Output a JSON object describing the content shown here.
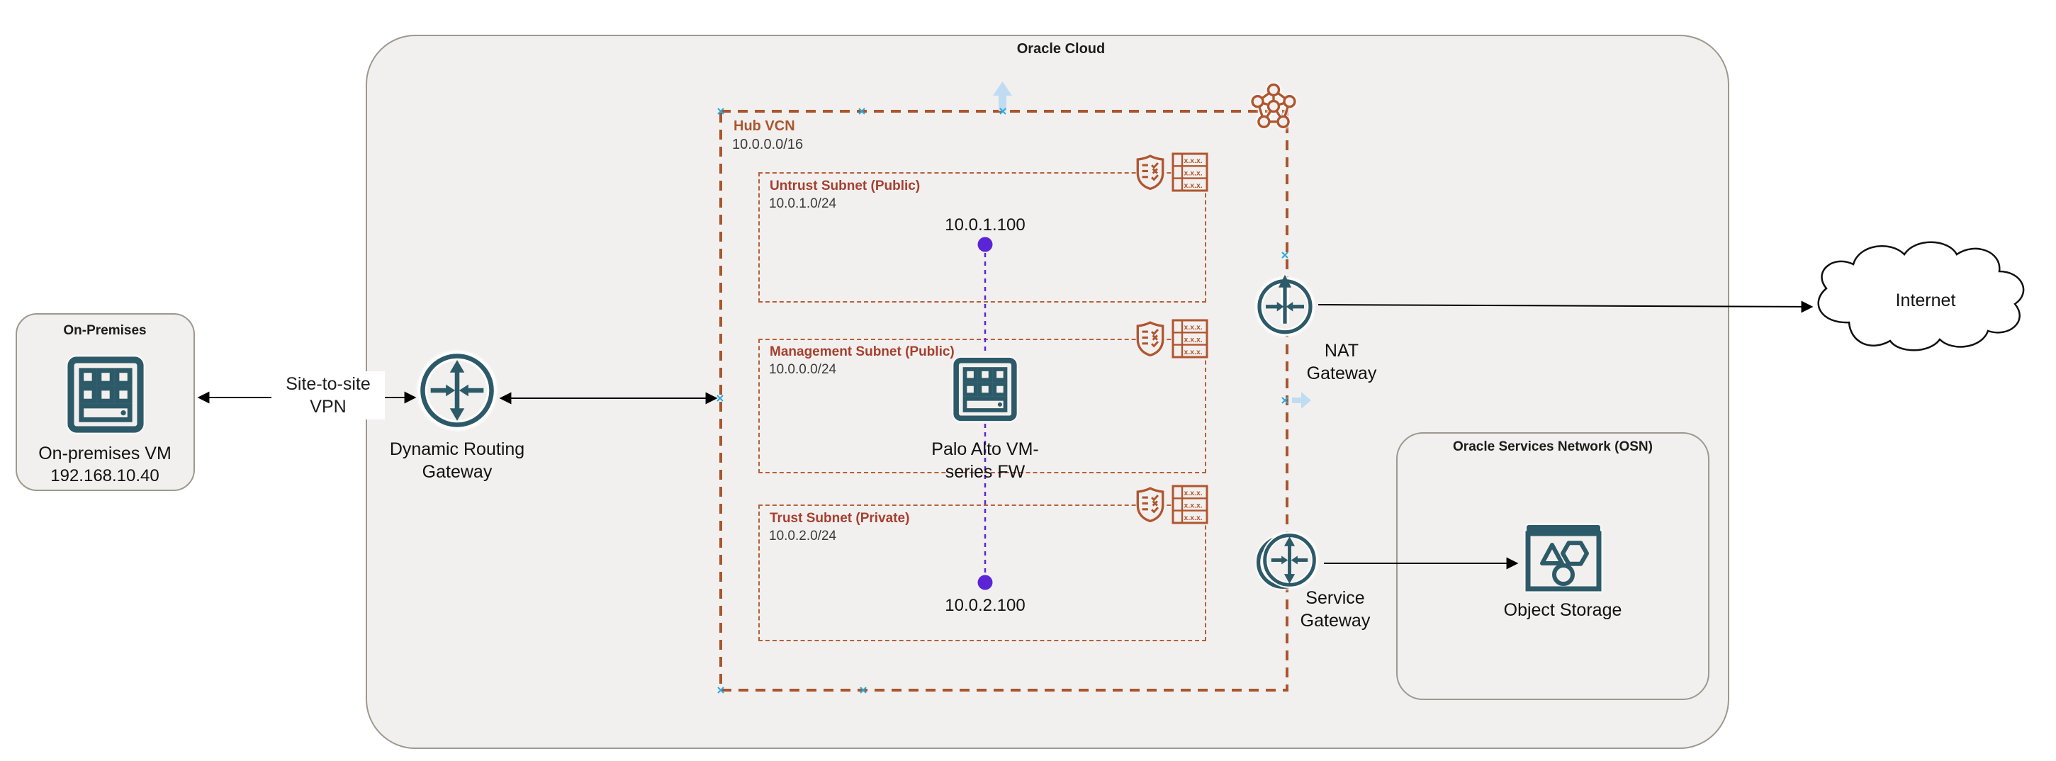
{
  "oracle_cloud": {
    "title": "Oracle Cloud"
  },
  "on_premises": {
    "title": "On-Premises",
    "vm_name": "On-premises VM",
    "vm_ip": "192.168.10.40"
  },
  "vpn": {
    "line1": "Site-to-site",
    "line2": "VPN"
  },
  "drg": {
    "line1": "Dynamic Routing",
    "line2": "Gateway"
  },
  "hub_vcn": {
    "name": "Hub VCN",
    "cidr": "10.0.0.0/16"
  },
  "untrust": {
    "name": "Untrust Subnet (Public)",
    "cidr": "10.0.1.0/24",
    "ip": "10.0.1.100"
  },
  "management": {
    "name": "Management Subnet (Public)",
    "cidr": "10.0.0.0/24"
  },
  "trust": {
    "name": "Trust Subnet (Private)",
    "cidr": "10.0.2.0/24",
    "ip": "10.0.2.100"
  },
  "firewall": {
    "line1": "Palo Alto VM-",
    "line2": "series FW"
  },
  "nat": {
    "line1": "NAT",
    "line2": "Gateway"
  },
  "service_gateway": {
    "line1": "Service",
    "line2": "Gateway"
  },
  "osn": {
    "title": "Oracle Services Network (OSN)",
    "object_storage": "Object Storage"
  },
  "internet": {
    "label": "Internet"
  },
  "icons": {
    "route_table_cell": "x.x.x."
  },
  "colors": {
    "panel_bg": "#f2f0ee",
    "panel_border": "#9e988f",
    "vcn_dash": "#a9552d",
    "subnet_dash": "#b4603a",
    "subnet_label": "#a63f2f",
    "hub_label": "#a9552d",
    "icon_teal": "#2d5a68",
    "icon_orange": "#b0552f",
    "violet": "#5b24d6",
    "arrow_black": "#000000",
    "light_blue_arrow": "#bfdcf2",
    "anchor_blue": "#29a8e0",
    "text_dark": "#1c1c1c"
  }
}
